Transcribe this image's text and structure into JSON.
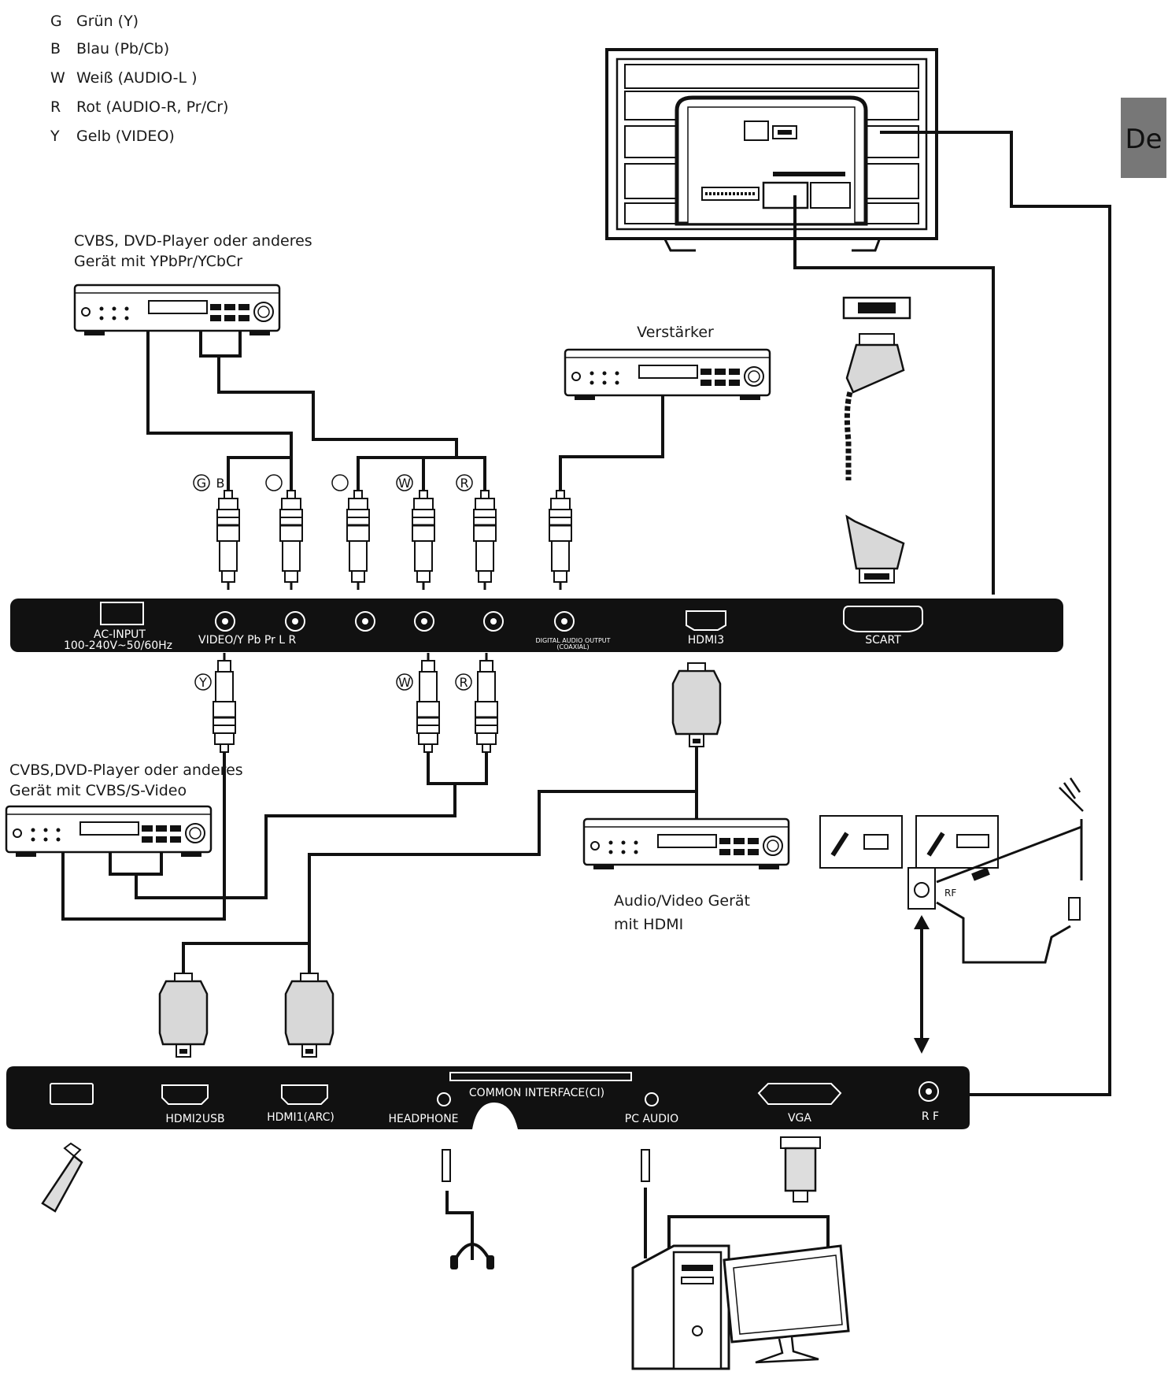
{
  "legend": [
    {
      "key": "G",
      "text": "Grün (Y)"
    },
    {
      "key": "B",
      "text": "Blau (Pb/Cb)"
    },
    {
      "key": "W",
      "text": "Weiß (AUDIO-L )"
    },
    {
      "key": "R",
      "text": "Rot (AUDIO-R, Pr/Cr)"
    },
    {
      "key": "Y",
      "text": "Gelb (VIDEO)"
    }
  ],
  "language_tab": "De",
  "devices": {
    "dvd_ypbpr_line1": "CVBS, DVD-Player oder anderes",
    "dvd_ypbpr_line2": "Gerät mit YPbPr/YCbCr",
    "amplifier": "Verstärker",
    "dvd_cvbs_line1": "CVBS,DVD-Player oder anderes",
    "dvd_cvbs_line2": "Gerät mit CVBS/S-Video",
    "av_hdmi_line1": "Audio/Video Gerät",
    "av_hdmi_line2": "mit HDMI"
  },
  "upper_panel": {
    "ac_input_1": "AC-INPUT",
    "ac_input_2": "100-240V~50/60Hz",
    "av_ports": "VIDEO/Y Pb Pr L R",
    "digital_audio_1": "DIGITAL AUDIO OUTPUT",
    "digital_audio_2": "(COAXIAL)",
    "hdmi3": "HDMI3",
    "scart": "SCART"
  },
  "lower_panel": {
    "hdmi2usb": "HDMI2USB",
    "hdmi1": "HDMI1(ARC)",
    "common_interface": "COMMON INTERFACE(CI)",
    "headphone": "HEADPHONE",
    "pc_audio": "PC AUDIO",
    "vga": "VGA",
    "rf": "R F"
  },
  "plug_marks": {
    "g": "G",
    "b": "B",
    "w": "W",
    "r": "R",
    "y": "Y",
    "rf_small": "RF"
  }
}
